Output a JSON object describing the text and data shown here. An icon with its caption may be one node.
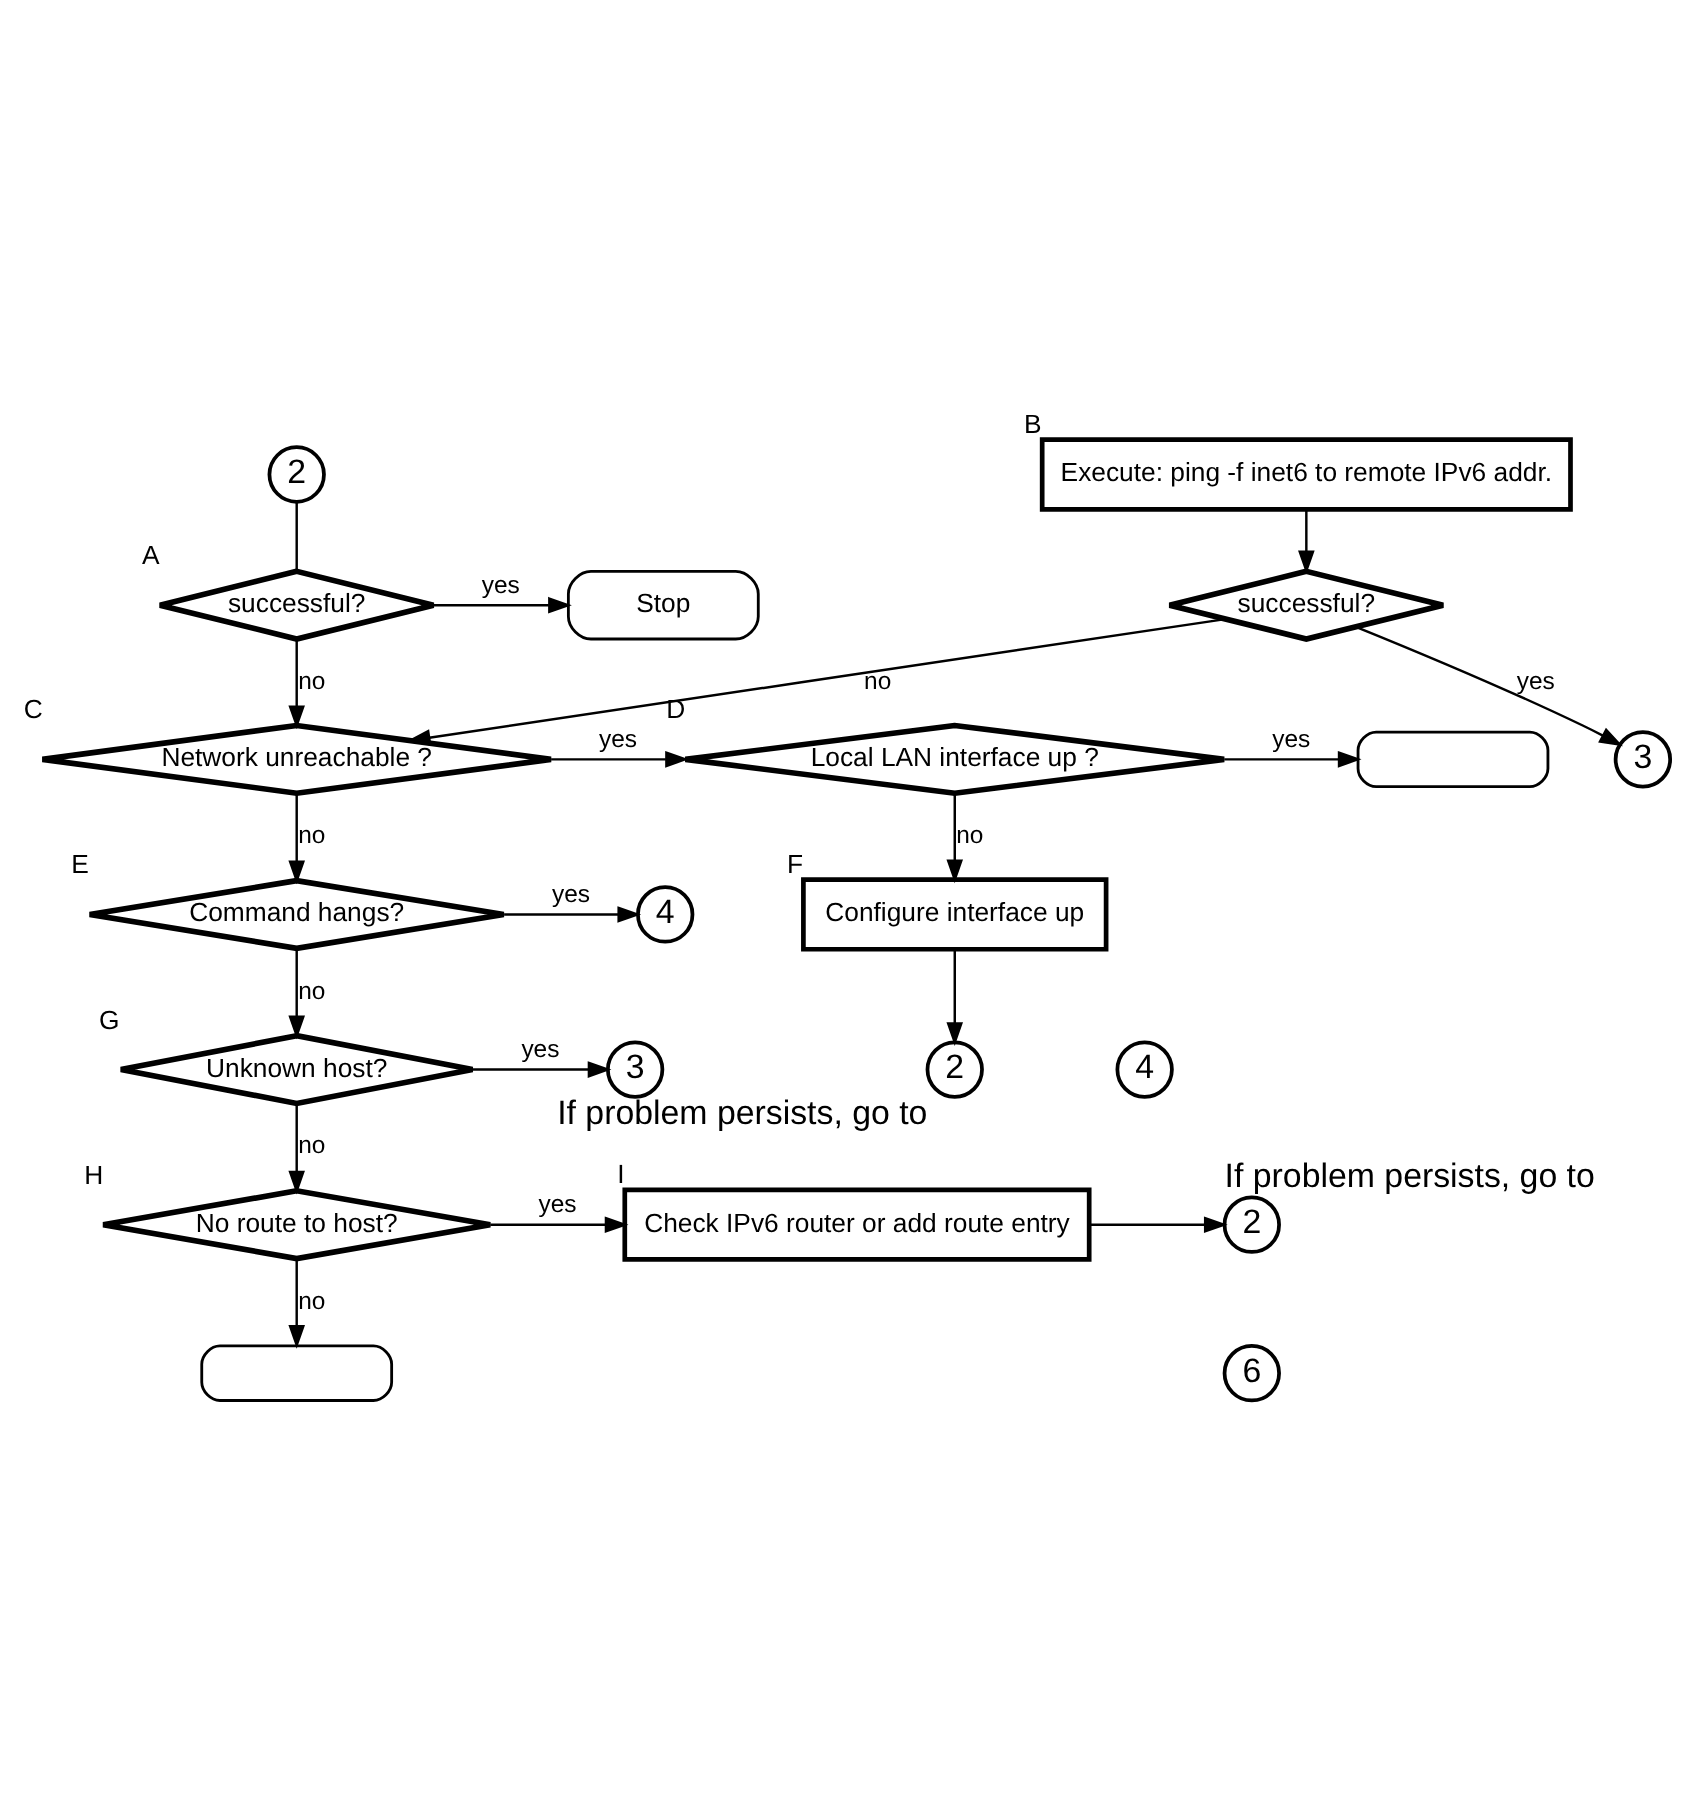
{
  "diagram": {
    "nodes": [
      {
        "text": [
          "2"
        ]
      },
      {
        "text": [
          "successful?"
        ],
        "beside": [
          "A"
        ]
      },
      {
        "text": [
          "Stop"
        ]
      },
      {
        "text": [
          "Execute: ping -f inet6 to remote IPv6 addr."
        ],
        "beside": [
          "B"
        ]
      },
      {
        "text": [
          "successful?"
        ]
      },
      {
        "text": [
          "3"
        ]
      },
      {
        "text": [
          "Network unreachable ?"
        ],
        "beside": [
          "C"
        ]
      },
      {
        "text": [
          "Local LAN interface up ?"
        ],
        "beside": [
          "D"
        ]
      },
      {
        "text": [],
        "shape": "box"
      },
      {
        "text": [
          "Command hangs?"
        ],
        "beside": [
          "E"
        ]
      },
      {
        "text": [
          "4"
        ]
      },
      {
        "text": [
          "Configure interface up"
        ],
        "beside": [
          "F"
        ]
      },
      {
        "text": [
          "2"
        ],
        "beside": [
          "If problem persists, go to"
        ]
      },
      {
        "text": [
          "4"
        ]
      },
      {
        "text": [
          "Unknown host?"
        ],
        "beside": [
          "G"
        ]
      },
      {
        "text": [
          "3"
        ]
      },
      {
        "text": [
          "No route to host?"
        ],
        "beside": [
          "H"
        ]
      },
      {
        "text": [
          "Check IPv6 router or add route entry"
        ],
        "beside": [
          "I"
        ]
      },
      {
        "text": [
          "2"
        ],
        "beside": [
          "If problem persists, go to"
        ]
      },
      {
        "text": [
          "6"
        ]
      },
      {
        "text": [],
        "shape": "box"
      }
    ],
    "edges": [
      {
        "from": 0,
        "to": 1,
        "arrow": "none"
      },
      {
        "from": 1,
        "to": 2,
        "arrow": "to",
        "label": "yes"
      },
      {
        "from": 1,
        "to": 6,
        "arrow": "to",
        "label": "no"
      },
      {
        "from": 3,
        "to": 4,
        "arrow": "to"
      },
      {
        "from": 4,
        "to": 5,
        "arrow": "to",
        "label": "yes"
      },
      {
        "from": 4,
        "to": 6,
        "arrow": "to",
        "label": "no"
      },
      {
        "from": 6,
        "to": 7,
        "arrow": "to",
        "label": "yes"
      },
      {
        "from": 7,
        "to": 8,
        "arrow": "to",
        "label": "yes"
      },
      {
        "from": 7,
        "to": 11,
        "arrow": "to",
        "label": "no"
      },
      {
        "from": 6,
        "to": 9,
        "arrow": "to",
        "label": "no"
      },
      {
        "from": 9,
        "to": 10,
        "arrow": "to",
        "label": "yes"
      },
      {
        "from": 9,
        "to": 14,
        "arrow": "to",
        "label": "no"
      },
      {
        "from": 11,
        "to": 12,
        "arrow": "to"
      },
      {
        "from": 14,
        "to": 15,
        "arrow": "to",
        "label": "yes"
      },
      {
        "from": 14,
        "to": 16,
        "arrow": "to",
        "label": "no"
      },
      {
        "from": 16,
        "to": 17,
        "arrow": "to",
        "label": "yes"
      },
      {
        "from": 17,
        "to": 18,
        "arrow": "to"
      },
      {
        "from": 16,
        "to": 20,
        "arrow": "to",
        "label": "no"
      }
    ]
  }
}
